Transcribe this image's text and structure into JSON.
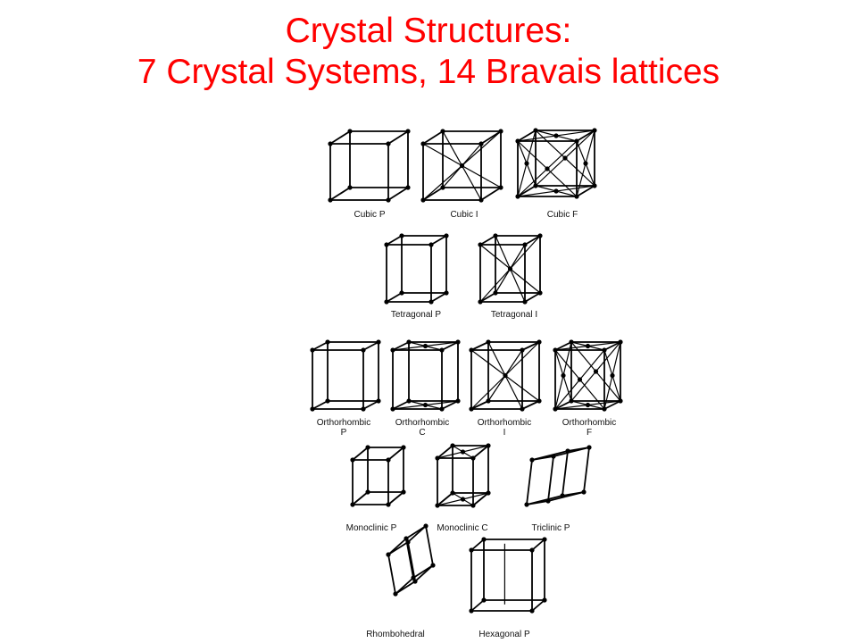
{
  "title": {
    "line1": "Crystal Structures:",
    "line2": "7 Crystal Systems,  14 Bravais lattices"
  },
  "lattices": [
    {
      "id": "cubic-p",
      "label": [
        "Cubic P"
      ]
    },
    {
      "id": "cubic-i",
      "label": [
        "Cubic I"
      ]
    },
    {
      "id": "cubic-f",
      "label": [
        "Cubic F"
      ]
    },
    {
      "id": "tetragonal-p",
      "label": [
        "Tetragonal P"
      ]
    },
    {
      "id": "tetragonal-i",
      "label": [
        "Tetragonal I"
      ]
    },
    {
      "id": "orthorhombic-p",
      "label": [
        "Orthorhombic",
        "P"
      ]
    },
    {
      "id": "orthorhombic-c",
      "label": [
        "Orthorhombic",
        "C"
      ]
    },
    {
      "id": "orthorhombic-i",
      "label": [
        "Orthorhombic",
        "I"
      ]
    },
    {
      "id": "orthorhombic-f",
      "label": [
        "Orthorhombic",
        "F"
      ]
    },
    {
      "id": "monoclinic-p",
      "label": [
        "Monoclinic P"
      ]
    },
    {
      "id": "monoclinic-c",
      "label": [
        "Monoclinic C"
      ]
    },
    {
      "id": "triclinic-p",
      "label": [
        "Triclinic P"
      ]
    },
    {
      "id": "rhombohedral",
      "label": [
        "Rhombohedral"
      ]
    },
    {
      "id": "hexagonal-p",
      "label": [
        "Hexagonal P"
      ]
    }
  ]
}
